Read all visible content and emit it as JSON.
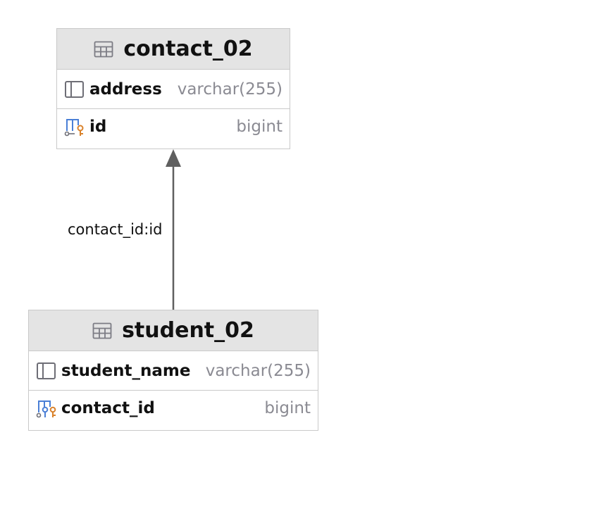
{
  "tables": [
    {
      "title": "contact_02",
      "columns": [
        {
          "name": "address",
          "type": "varchar(255)",
          "icon": "column-icon"
        },
        {
          "name": "id",
          "type": "bigint",
          "icon": "primary-key-icon"
        }
      ]
    },
    {
      "title": "student_02",
      "columns": [
        {
          "name": "student_name",
          "type": "varchar(255)",
          "icon": "column-icon"
        },
        {
          "name": "contact_id",
          "type": "bigint",
          "icon": "foreign-key-icon"
        }
      ]
    }
  ],
  "relation": {
    "label": "contact_id:id"
  },
  "colors": {
    "header_bg": "#e4e4e4",
    "border": "#c9c9c9",
    "type_text": "#8a8a92",
    "connector": "#5f5f5f",
    "key_blue": "#4a7fd6",
    "key_orange": "#d9822b"
  }
}
